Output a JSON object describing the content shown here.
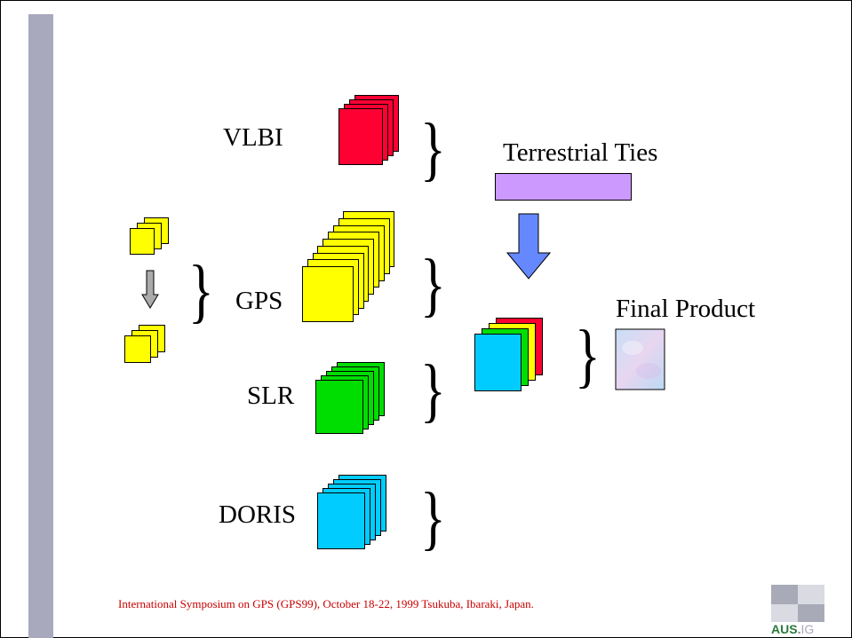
{
  "labels": {
    "vlbi": "VLBI",
    "gps": "GPS",
    "slr": "SLR",
    "doris": "DORIS",
    "terrestrial_ties": "Terrestrial Ties",
    "final_product": "Final Product"
  },
  "footer": "International Symposium on GPS (GPS99), October 18-22, 1999 Tsukuba, Ibaraki, Japan.",
  "logo_text": {
    "aus": "AUS",
    "ig": "IG"
  },
  "colors": {
    "vlbi": "#ff0033",
    "gps": "#ffff00",
    "slr": "#00dd00",
    "doris": "#00ccff",
    "terrestrial_ties": "#cc99ff",
    "down_arrow": "#6688ff",
    "small_arrow": "#aaaaaa",
    "sidebar": "#a8a9bd",
    "footer_text": "#c80000",
    "final_product": "#d4e4f5"
  }
}
